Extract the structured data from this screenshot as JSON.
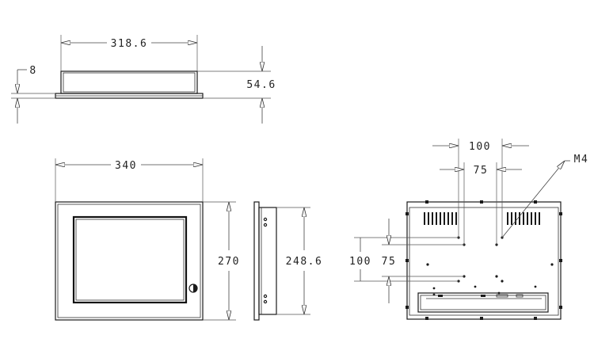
{
  "dimensions": {
    "top_width": "318.6",
    "top_lip": "8",
    "top_depth": "54.6",
    "front_width": "340",
    "front_height": "270",
    "side_height": "248.6",
    "rear_h_outer": "100",
    "rear_h_inner": "75",
    "rear_v_outer": "100",
    "rear_v_inner": "75",
    "screw_label": "M4"
  }
}
